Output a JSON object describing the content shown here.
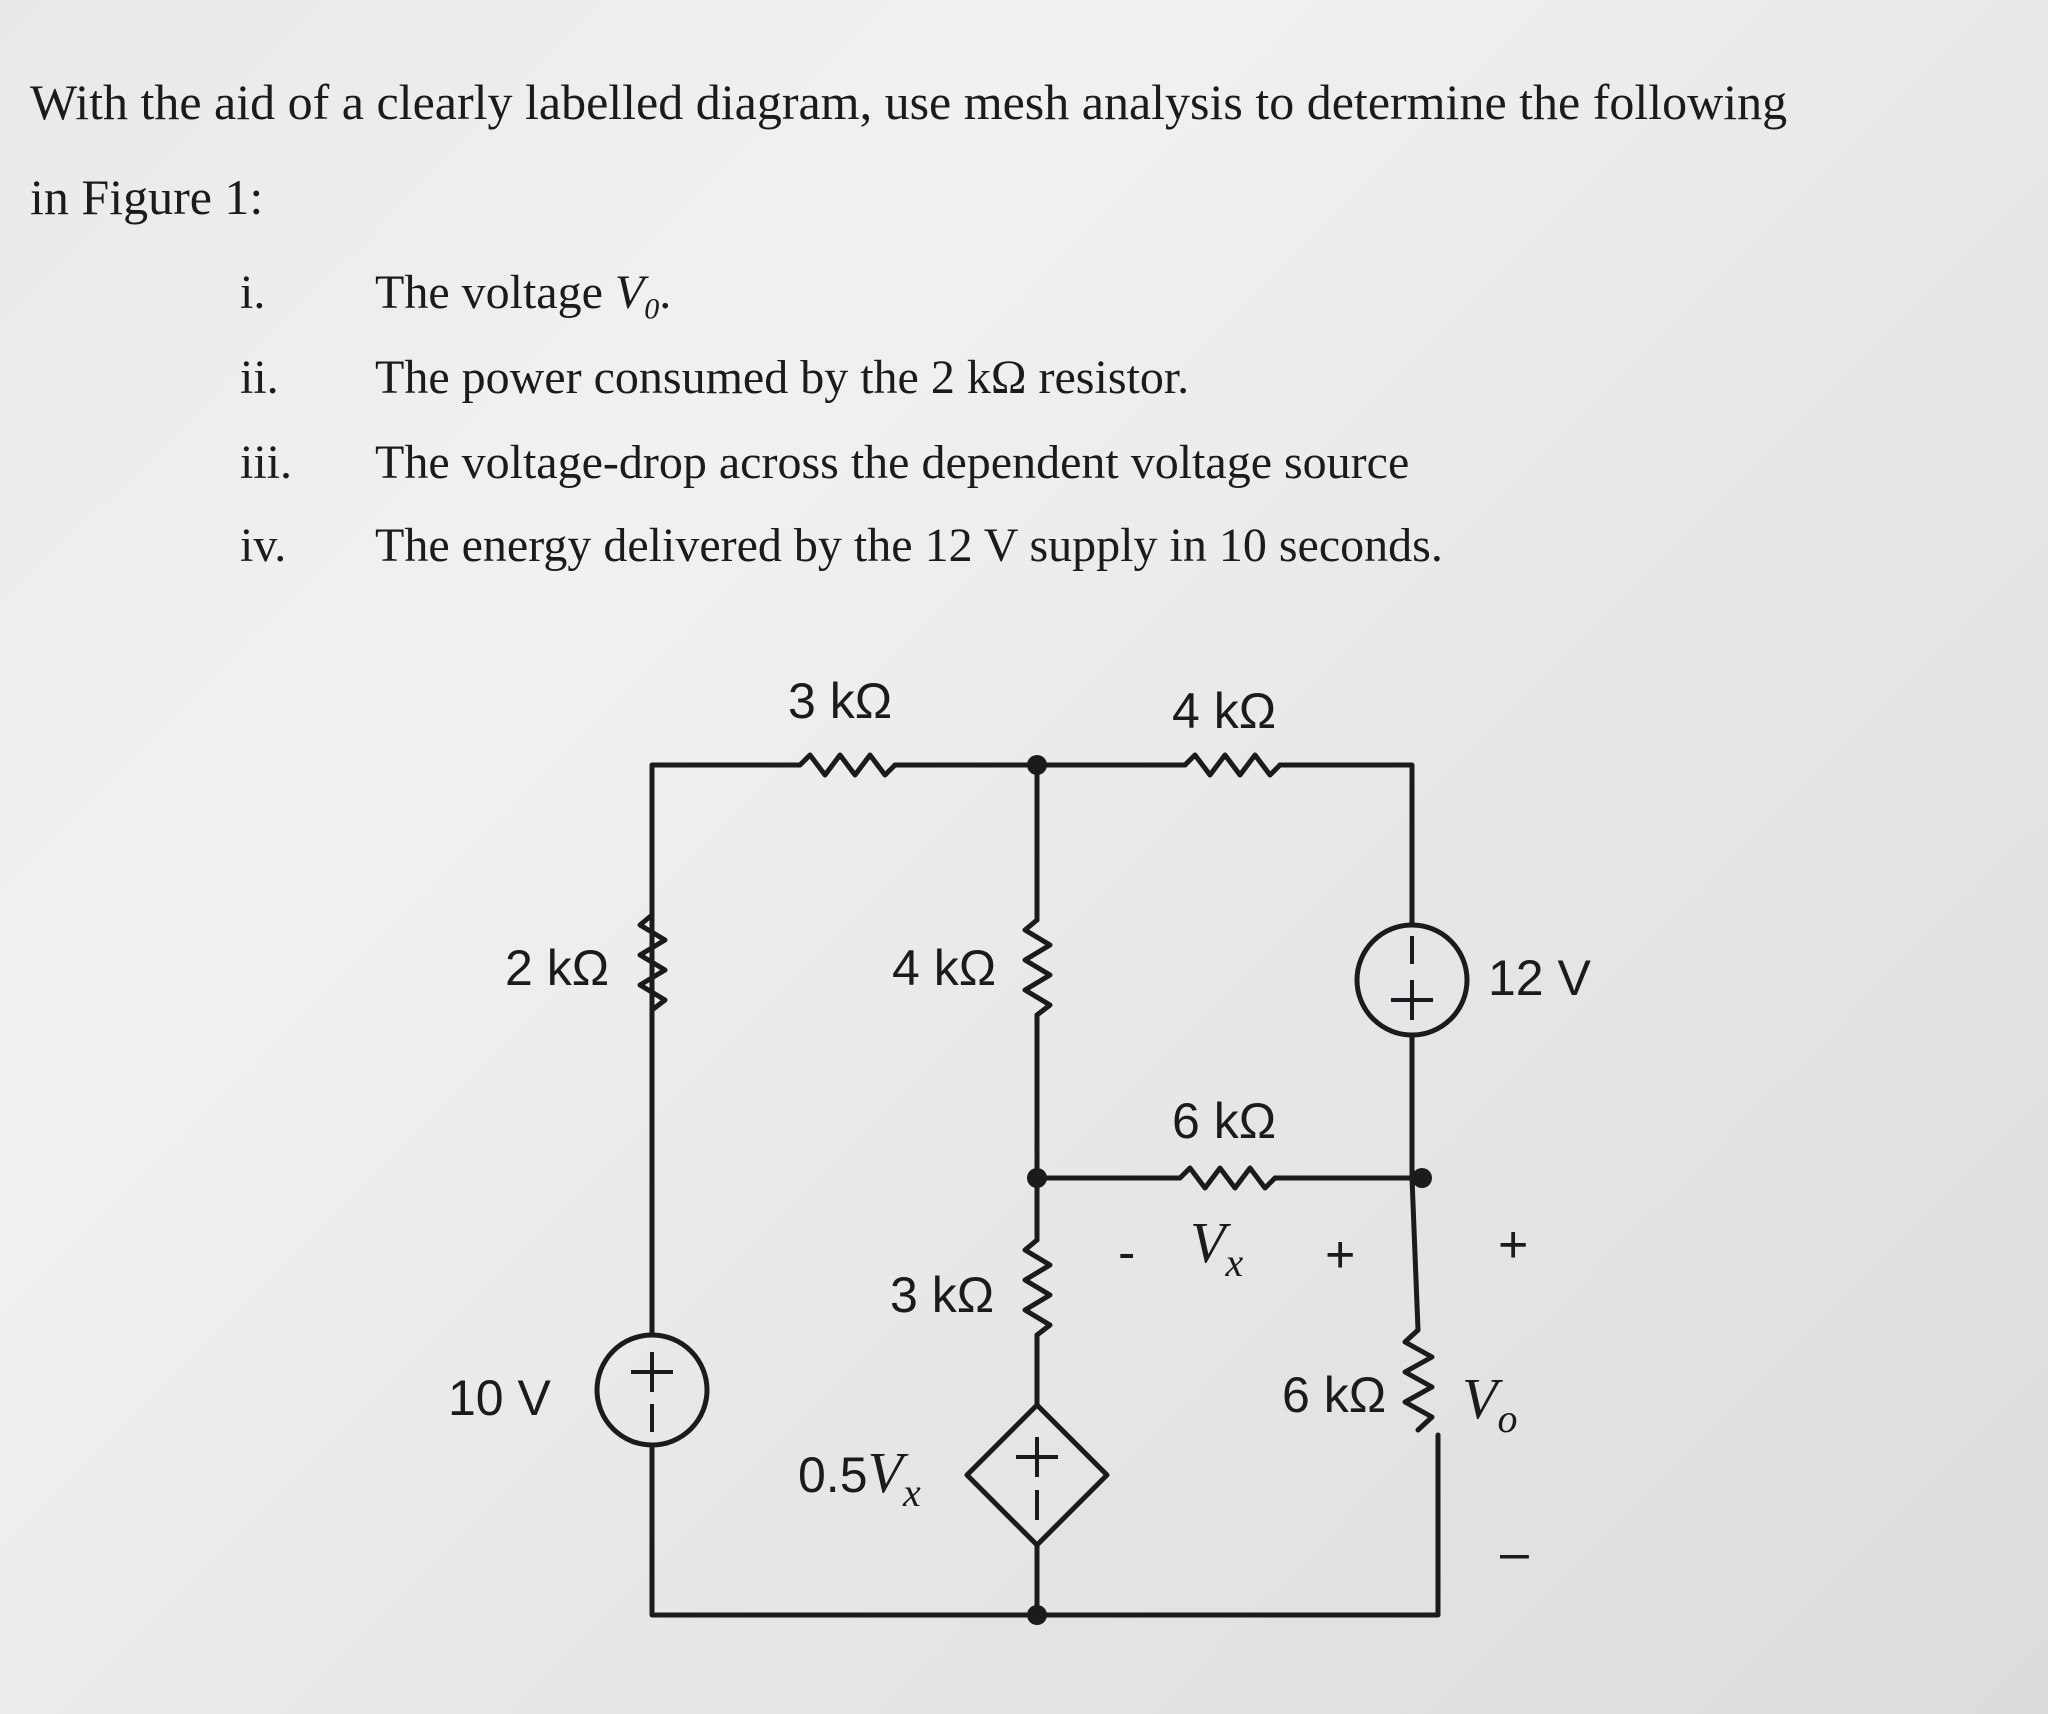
{
  "question": {
    "intro_line1": "With the aid of a clearly labelled diagram, use mesh analysis to determine the following",
    "intro_line2": "in Figure 1:",
    "items": [
      {
        "num": "i.",
        "text": "The voltage ",
        "var": "V",
        "sub": "0",
        "after": "."
      },
      {
        "num": "ii.",
        "text": "The power consumed by the 2 kΩ resistor."
      },
      {
        "num": "iii.",
        "text": "The voltage-drop across the dependent voltage source"
      },
      {
        "num": "iv.",
        "text": "The energy delivered by the 12 V supply in 10 seconds."
      }
    ]
  },
  "circuit": {
    "r_top_left": "3 kΩ",
    "r_top_right": "4 kΩ",
    "r_left": "2 kΩ",
    "r_middle_upper": "4 kΩ",
    "r_middle_lower": "3 kΩ",
    "r_horizontal": "6 kΩ",
    "r_right": "6 kΩ",
    "src_left": "10 V",
    "src_right": "12 V",
    "dep_src_coef": "0.5",
    "dep_src_var": "V",
    "dep_src_sub": "x",
    "vx_var": "V",
    "vx_sub": "x",
    "vx_minus": "-",
    "vx_plus": "+",
    "vo_var": "V",
    "vo_sub": "o",
    "vo_plus": "+",
    "vo_minus": "–",
    "plus_sign": "+",
    "minus_sign": "–"
  }
}
